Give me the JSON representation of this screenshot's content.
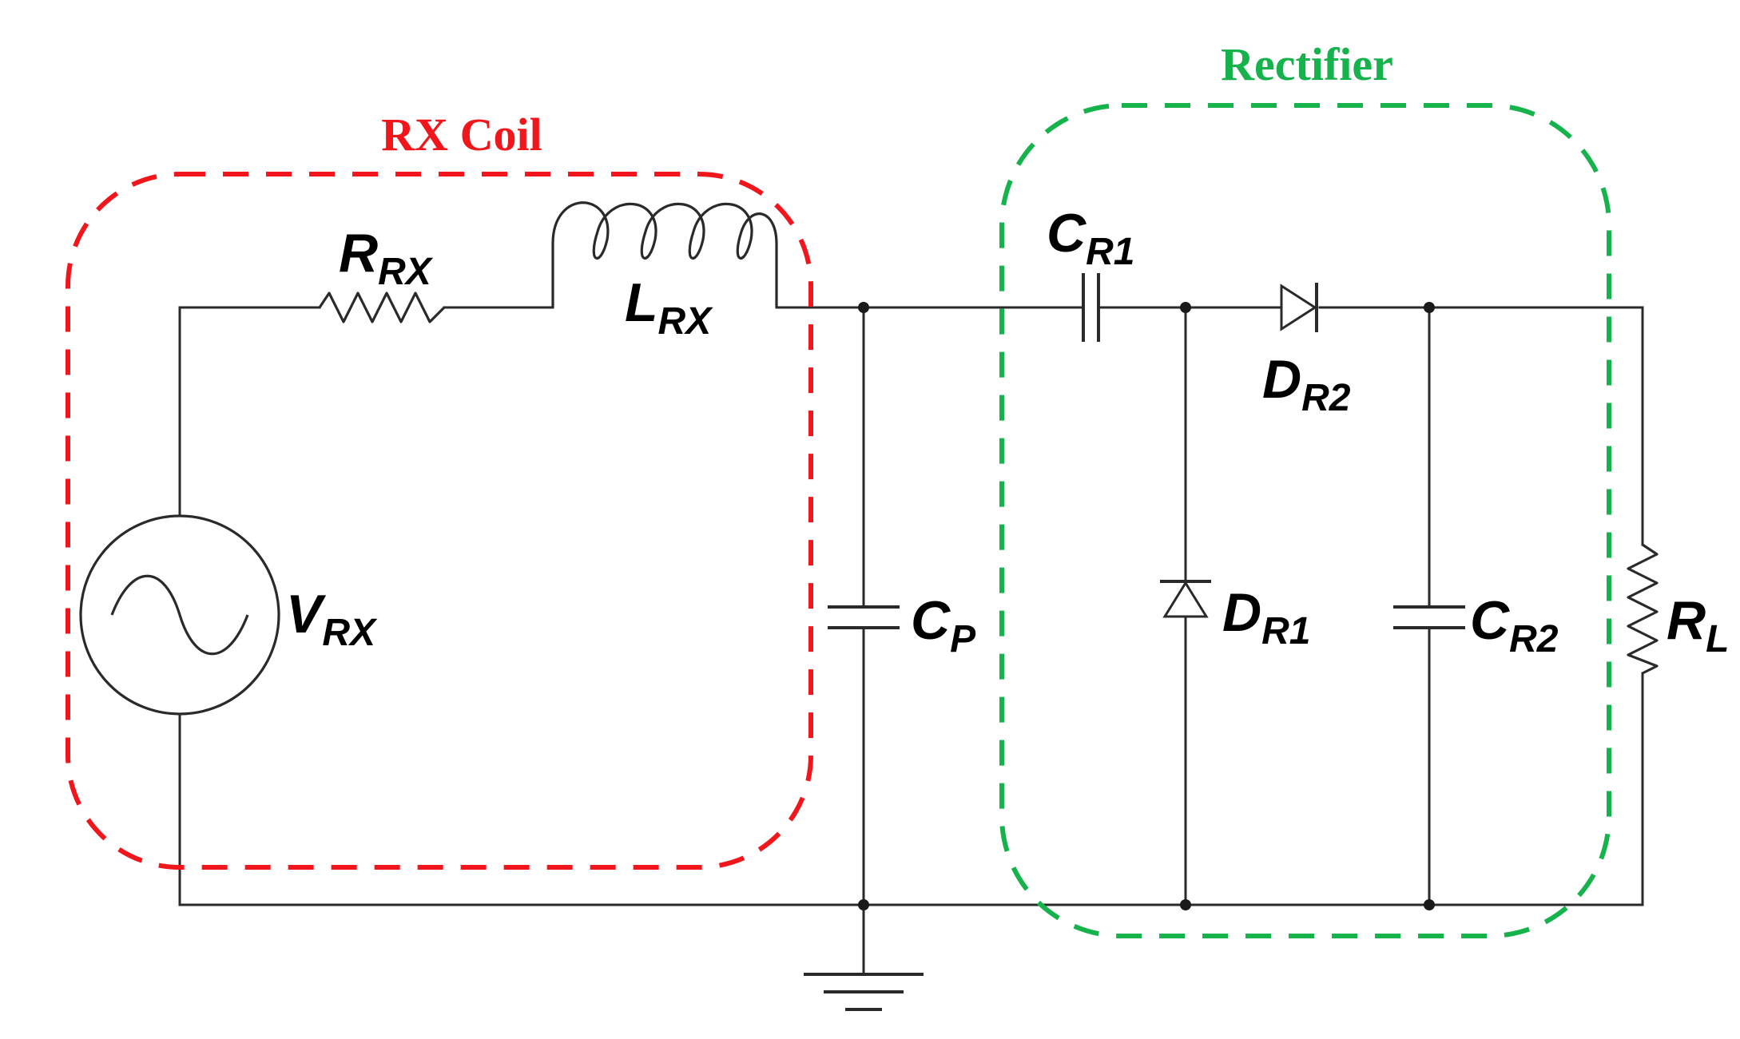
{
  "groups": {
    "rx_coil": {
      "title": "RX Coil",
      "color": "#f0161c"
    },
    "rectifier": {
      "title": "Rectifier",
      "color": "#16b24c"
    }
  },
  "components": {
    "source": {
      "letter": "V",
      "subscript": "RX"
    },
    "rrx": {
      "letter": "R",
      "subscript": "RX"
    },
    "lrx": {
      "letter": "L",
      "subscript": "RX"
    },
    "cp": {
      "letter": "C",
      "subscript": "P"
    },
    "cr1": {
      "letter": "C",
      "subscript": "R1"
    },
    "dr2": {
      "letter": "D",
      "subscript": "R2"
    },
    "dr1": {
      "letter": "D",
      "subscript": "R1"
    },
    "cr2": {
      "letter": "C",
      "subscript": "R2"
    },
    "rl": {
      "letter": "R",
      "subscript": "L"
    }
  },
  "icons": [
    "ac-source-icon",
    "resistor-icon",
    "inductor-icon",
    "capacitor-icon",
    "diode-icon",
    "ground-icon"
  ]
}
